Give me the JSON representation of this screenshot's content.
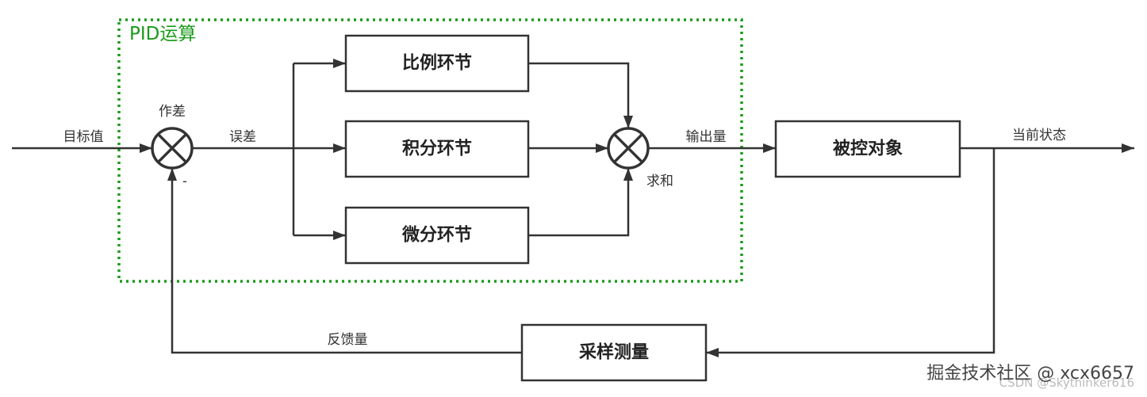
{
  "group": {
    "label": "PID运算",
    "color": "#1a9b1a"
  },
  "blocks": {
    "proportional": "比例环节",
    "integral": "积分环节",
    "derivative": "微分环节",
    "plant": "被控对象",
    "sensor": "采样测量"
  },
  "junctions": {
    "difference_label": "作差",
    "difference_sign": "-",
    "sum_label": "求和"
  },
  "signals": {
    "setpoint": "目标值",
    "error": "误差",
    "output": "输出量",
    "state": "当前状态",
    "feedback": "反馈量"
  },
  "watermark": {
    "primary": "掘金技术社区 @ xcx6657",
    "secondary": "CSDN @Skythinker616"
  },
  "colors": {
    "line": "#333333",
    "accent_group": "#1a9b1a"
  }
}
